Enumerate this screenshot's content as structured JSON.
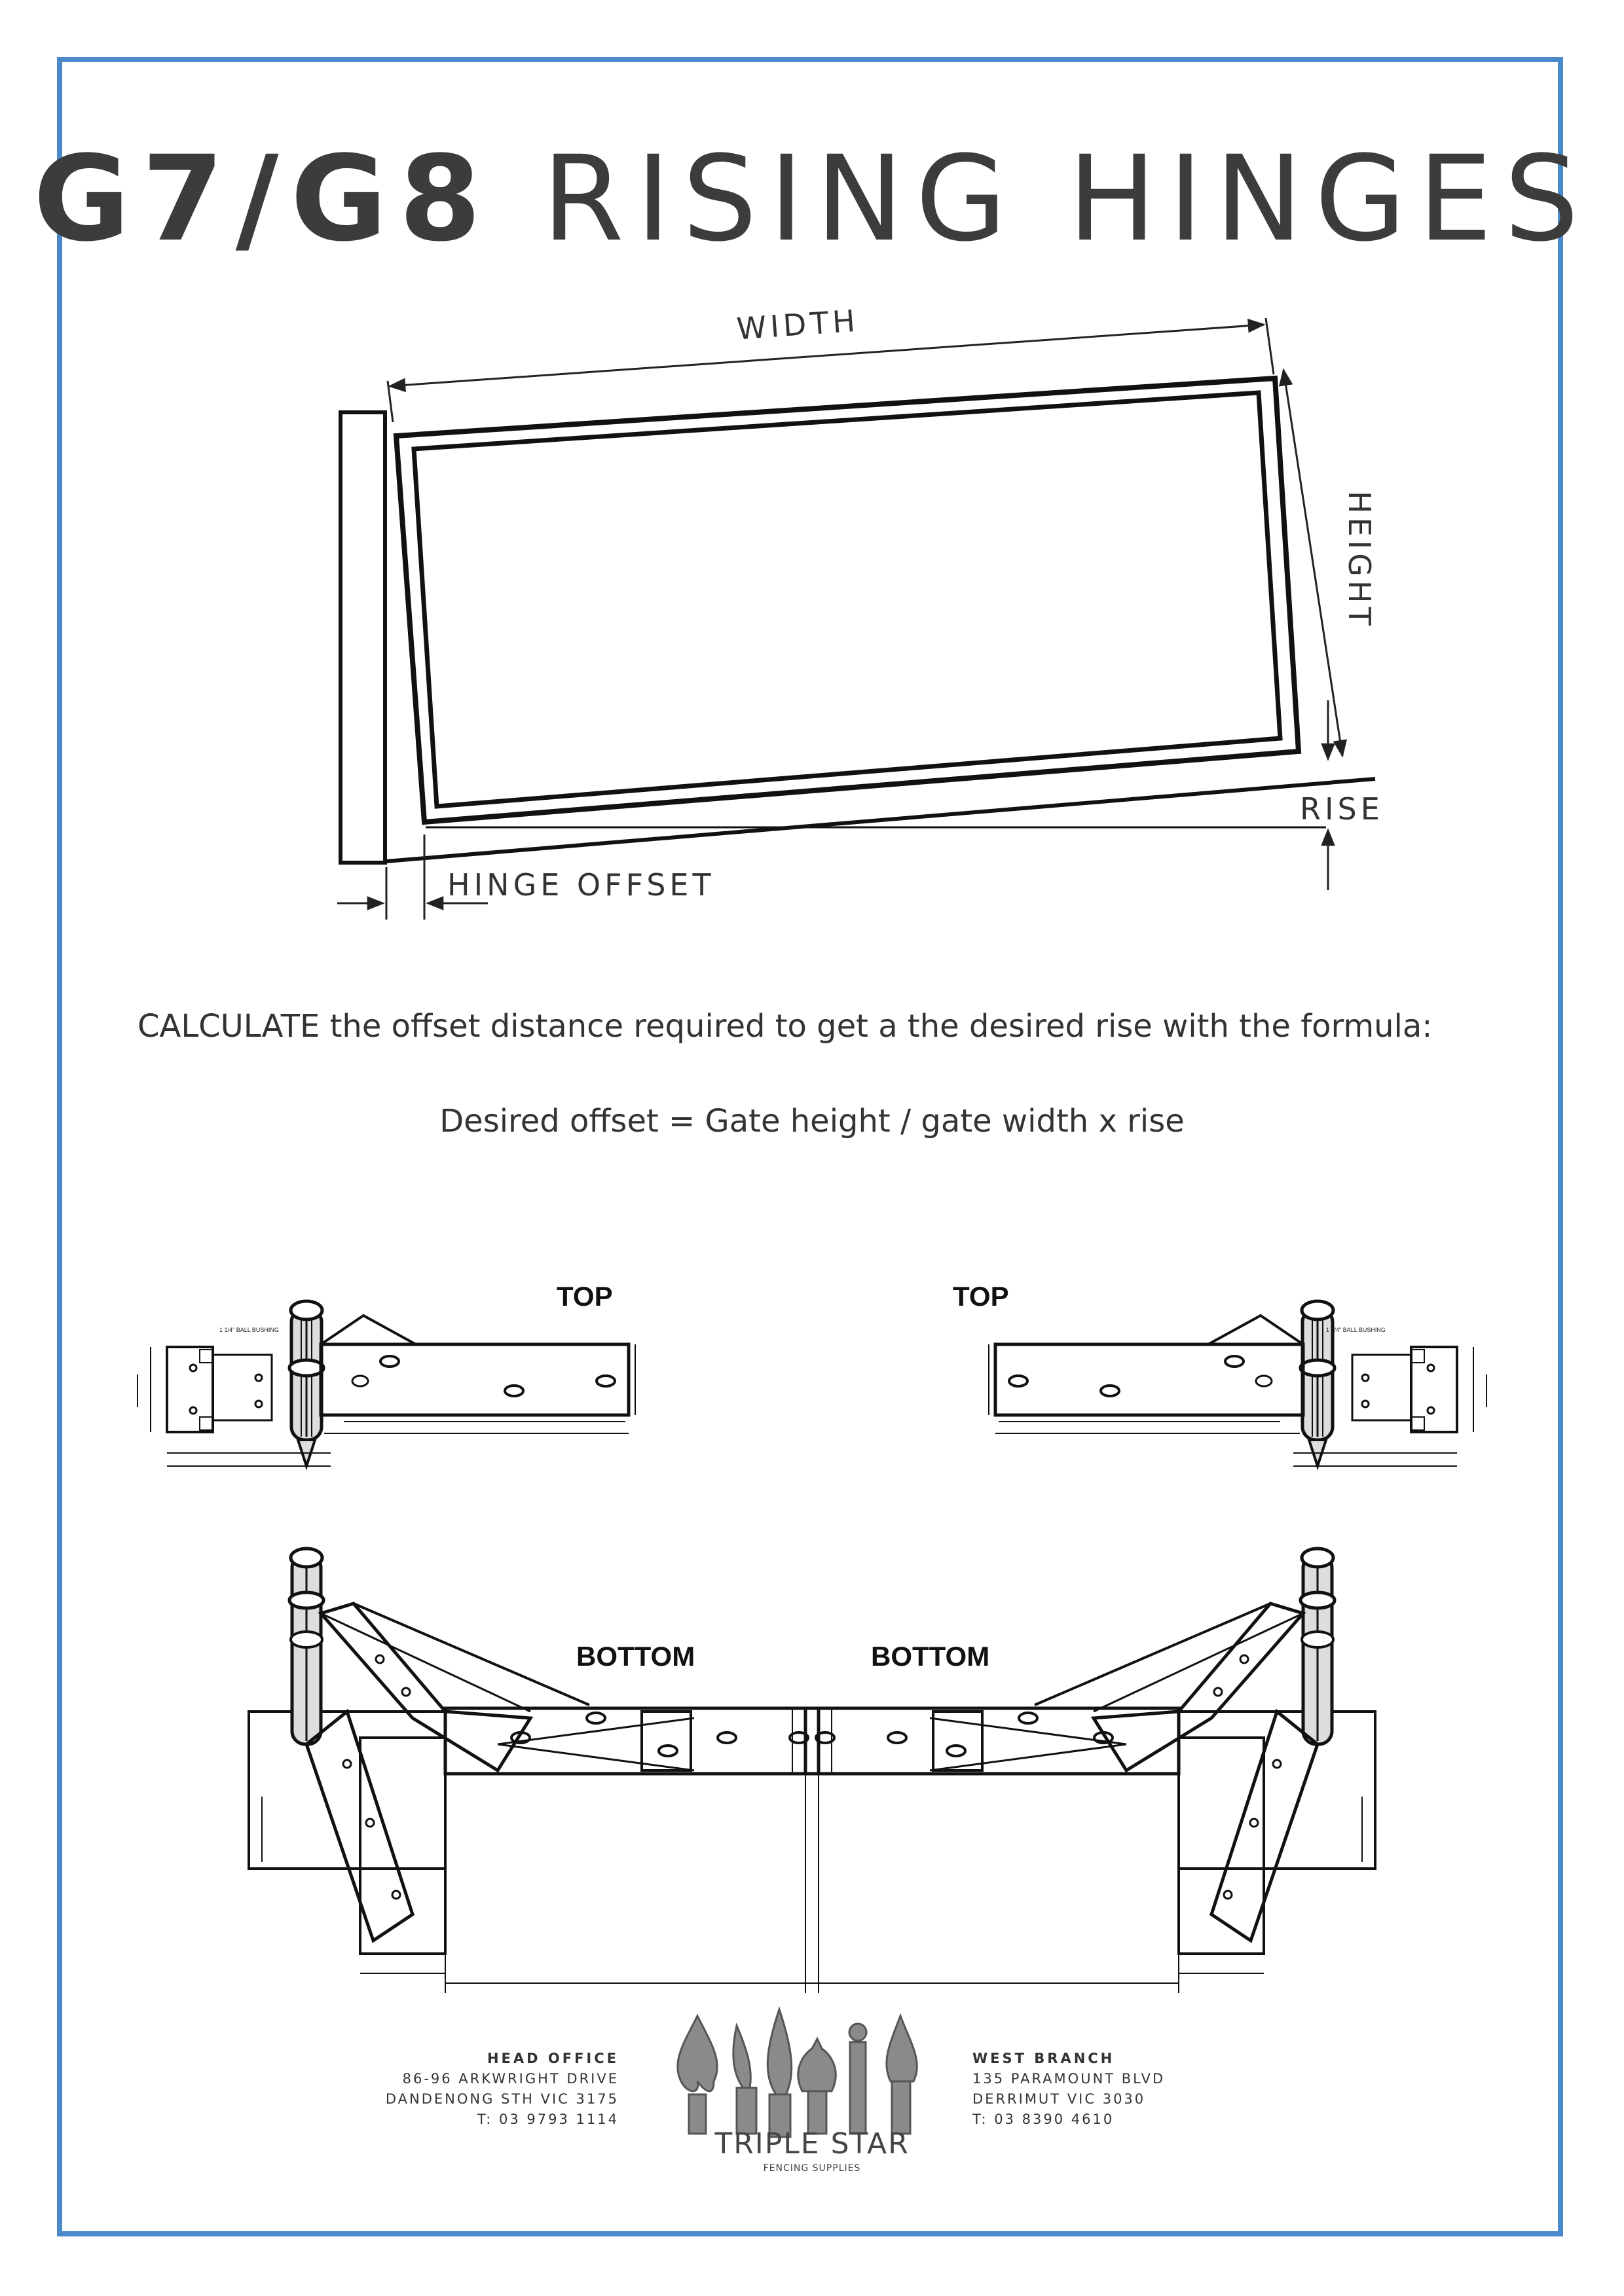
{
  "title": {
    "bold": "G7/G8",
    "rest": "RISING HINGES"
  },
  "gate_diagram": {
    "width_label": "WIDTH",
    "height_label": "HEIGHT",
    "rise_label": "RISE",
    "offset_label": "HINGE OFFSET"
  },
  "instructions": {
    "text": "CALCULATE the offset distance required to get a the desired rise with the formula:",
    "formula": "Desired offset = Gate height / gate width x rise"
  },
  "hinge_drawings": {
    "top_left": "TOP",
    "top_right": "TOP",
    "bottom_left": "BOTTOM",
    "bottom_right": "BOTTOM",
    "bushing_note": "1 1/4\" BALL BUSHING"
  },
  "footer": {
    "head_office": {
      "heading": "HEAD OFFICE",
      "line1": "86-96 ARKWRIGHT DRIVE",
      "line2": "DANDENONG STH VIC 3175",
      "phone": "T: 03 9793 1114"
    },
    "west_branch": {
      "heading": "WEST BRANCH",
      "line1": "135 PARAMOUNT BLVD",
      "line2": "DERRIMUT VIC 3030",
      "phone": "T: 03 8390 4610"
    },
    "brand_name": "TRIPLE STAR",
    "brand_sub": "FENCING SUPPLIES"
  }
}
